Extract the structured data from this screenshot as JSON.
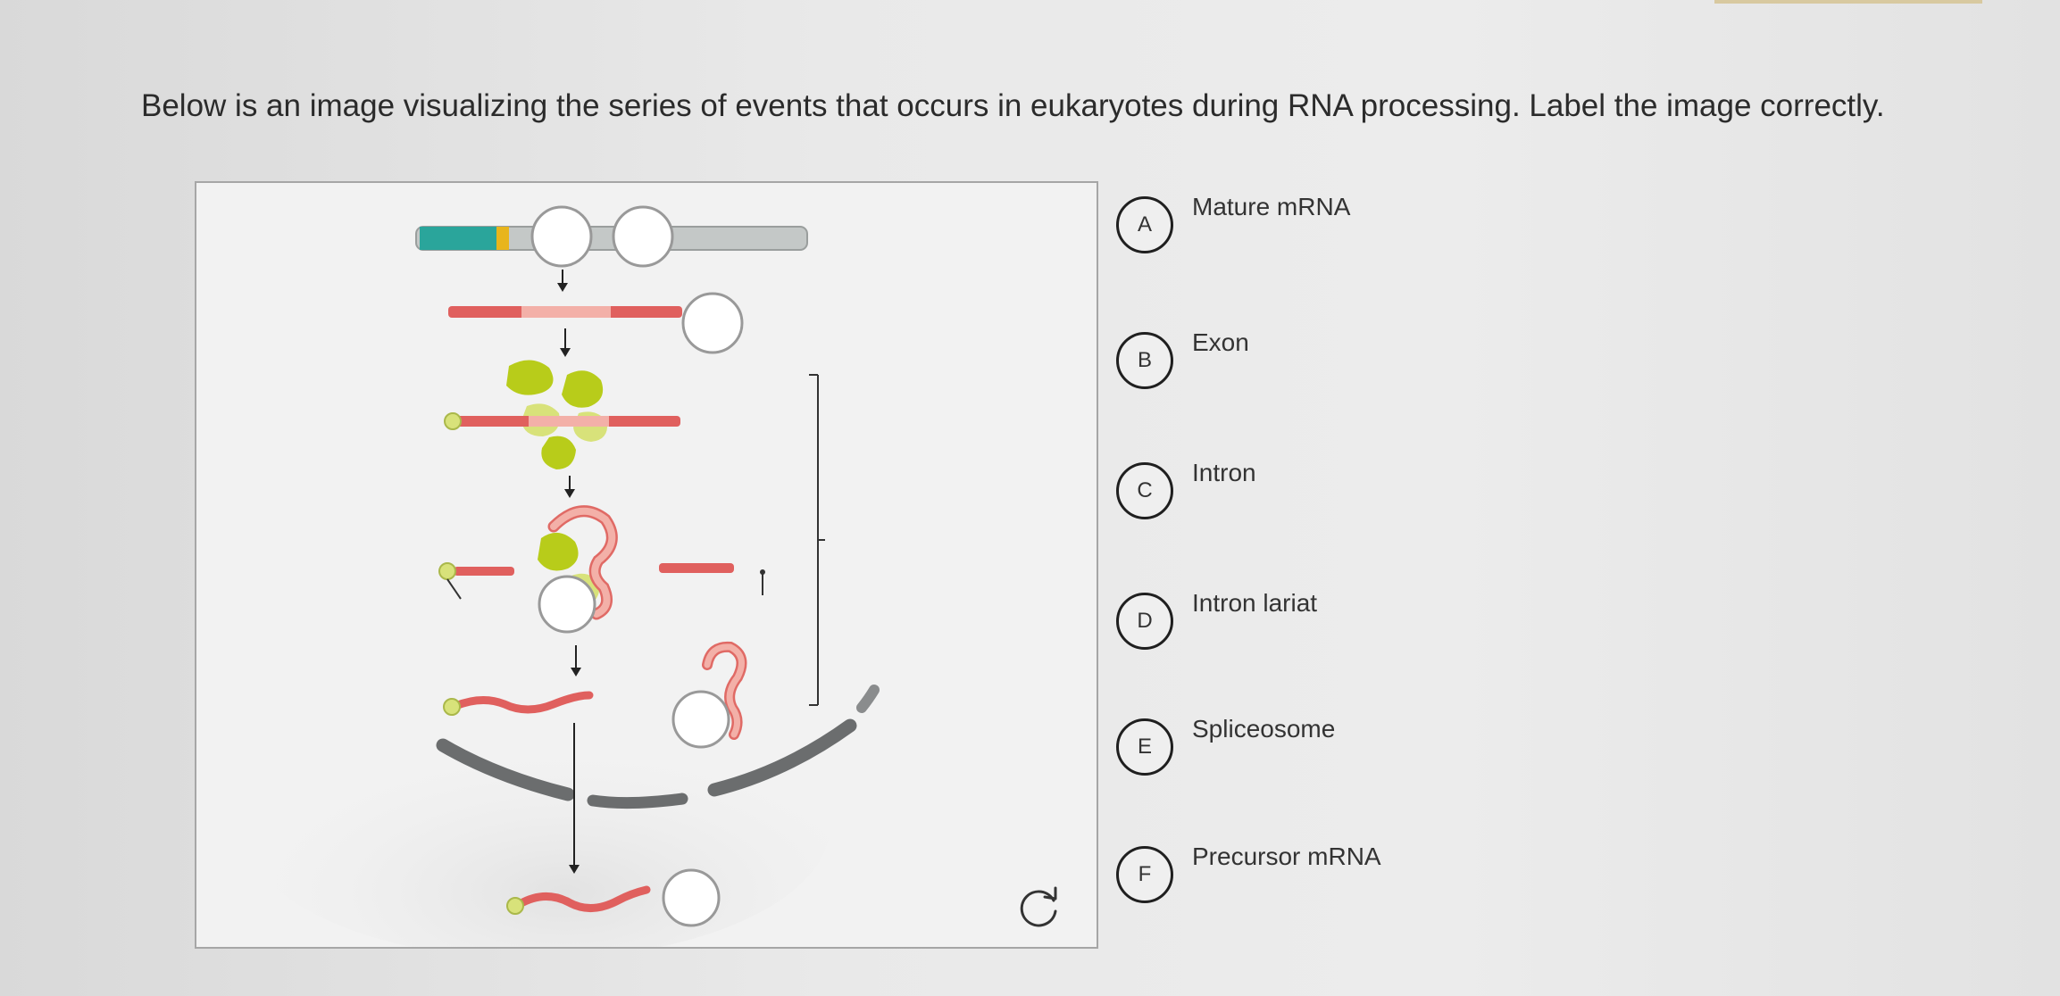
{
  "question": {
    "prompt": "Below is an image visualizing the series of events that occurs in eukaryotes during RNA processing. Label the image correctly."
  },
  "answer_options": [
    {
      "letter": "A",
      "text": "Mature mRNA"
    },
    {
      "letter": "B",
      "text": "Exon"
    },
    {
      "letter": "C",
      "text": "Intron"
    },
    {
      "letter": "D",
      "text": "Intron lariat"
    },
    {
      "letter": "E",
      "text": "Spliceosome"
    },
    {
      "letter": "F",
      "text": "Precursor mRNA"
    }
  ],
  "colors": {
    "exon_teal": "#2aa59b",
    "intron_gray": "#c4c8c7",
    "junction_yellow": "#e8b51c",
    "rna_red": "#e0605e",
    "rna_pink": "#f3b0a8",
    "spliceosome_green": "#b8cc1a",
    "membrane_gray": "#6b6d6e"
  },
  "icons": {
    "reset": "reset-icon"
  }
}
